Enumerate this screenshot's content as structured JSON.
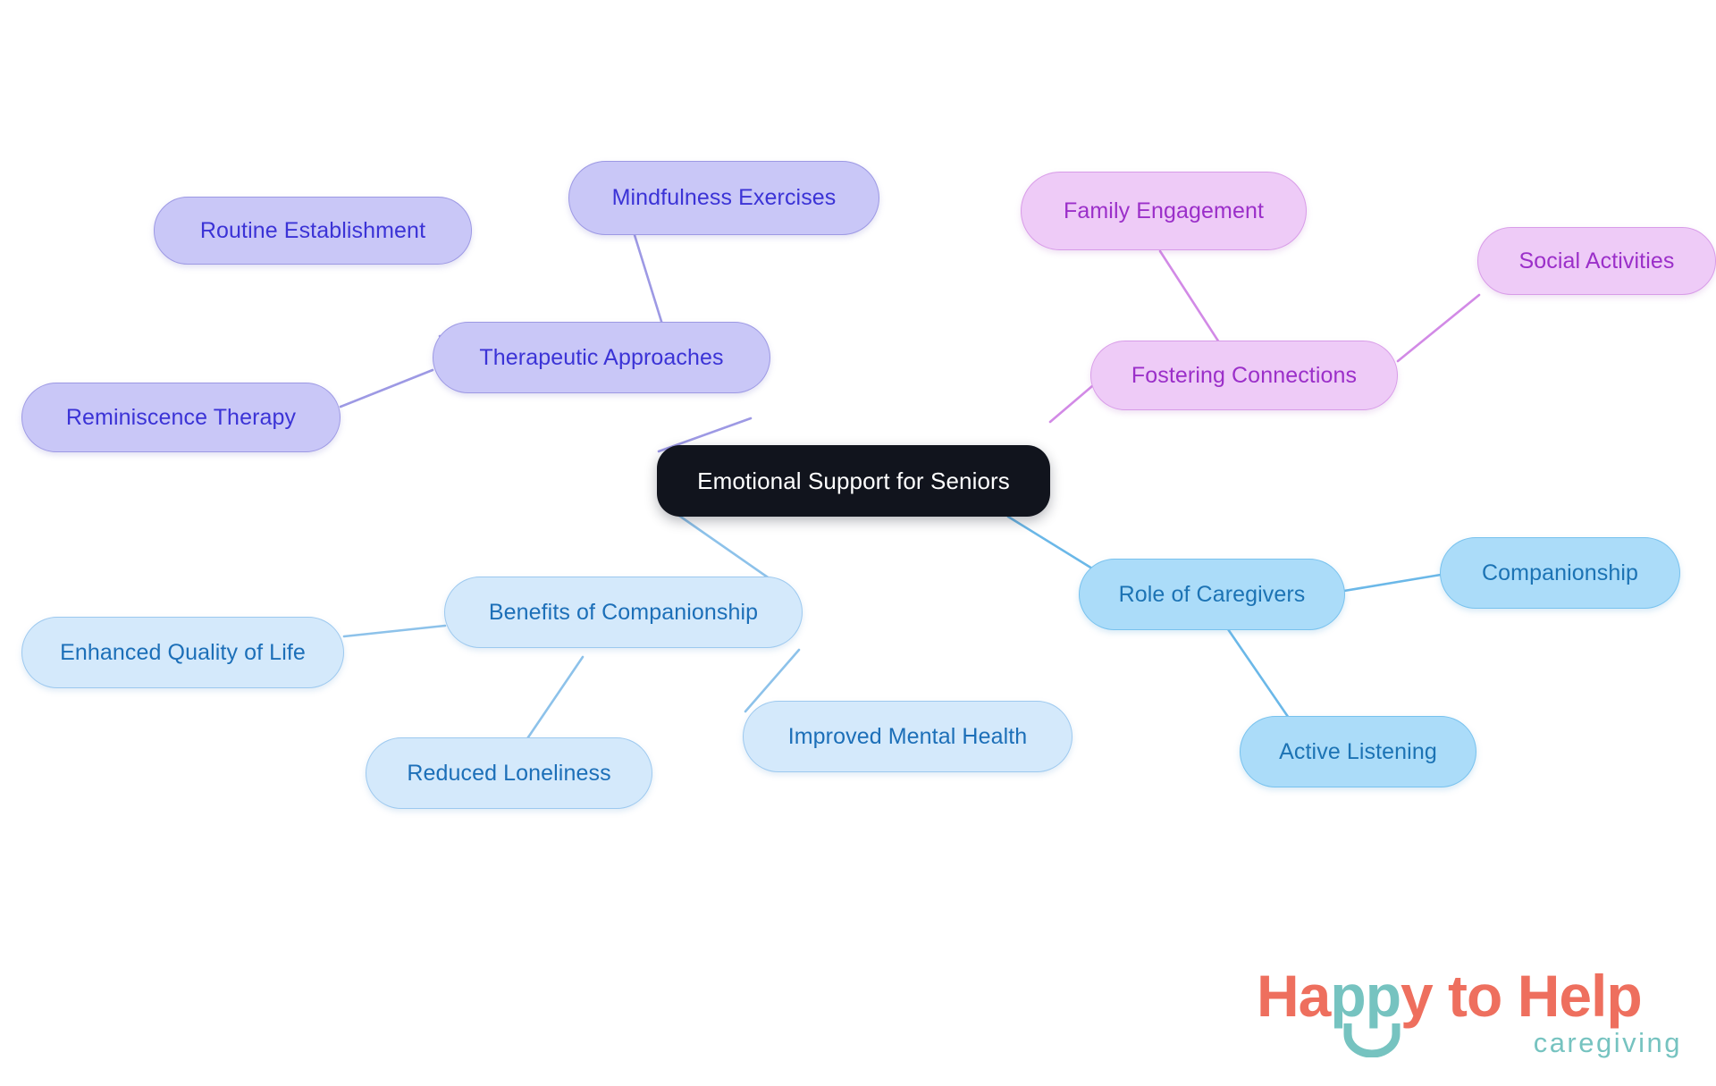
{
  "diagram": {
    "type": "mindmap",
    "title": "Emotional Support for Seniors",
    "background_color": "#ffffff",
    "root": {
      "id": "root",
      "label": "Emotional Support for Seniors",
      "fill": "#11141d",
      "text_color": "#ffffff"
    },
    "branches": [
      {
        "id": "therapeutic-approaches",
        "label": "Therapeutic Approaches",
        "fill": "#c9c7f7",
        "border": "#9d99e4",
        "text_color": "#3b33d6",
        "edge_color": "#9d99e4",
        "children": [
          {
            "id": "routine-establishment",
            "label": "Routine Establishment"
          },
          {
            "id": "mindfulness-exercises",
            "label": "Mindfulness Exercises"
          },
          {
            "id": "reminiscence-therapy",
            "label": "Reminiscence Therapy"
          }
        ]
      },
      {
        "id": "fostering-connections",
        "label": "Fostering Connections",
        "fill": "#eecbf7",
        "border": "#d89ce8",
        "text_color": "#9b2fc9",
        "edge_color": "#d28ae6",
        "children": [
          {
            "id": "family-engagement",
            "label": "Family Engagement"
          },
          {
            "id": "social-activities",
            "label": "Social Activities"
          }
        ]
      },
      {
        "id": "benefits-of-companionship",
        "label": "Benefits of Companionship",
        "fill": "#d4e9fb",
        "border": "#9dc9ef",
        "text_color": "#1c6fb8",
        "edge_color": "#8dc2ea",
        "children": [
          {
            "id": "enhanced-quality-of-life",
            "label": "Enhanced Quality of Life"
          },
          {
            "id": "reduced-loneliness",
            "label": "Reduced Loneliness"
          },
          {
            "id": "improved-mental-health",
            "label": "Improved Mental Health"
          }
        ]
      },
      {
        "id": "role-of-caregivers",
        "label": "Role of Caregivers",
        "fill": "#abdcf9",
        "border": "#78c2ee",
        "text_color": "#1c73b4",
        "edge_color": "#6bb8e8",
        "children": [
          {
            "id": "companionship",
            "label": "Companionship"
          },
          {
            "id": "active-listening",
            "label": "Active Listening"
          }
        ]
      }
    ]
  },
  "logo": {
    "word_1": "Ha",
    "word_2": "pp",
    "word_3": "y to Help",
    "tagline": "caregiving",
    "coral": "#ee6f5e",
    "teal": "#76c3c0"
  }
}
